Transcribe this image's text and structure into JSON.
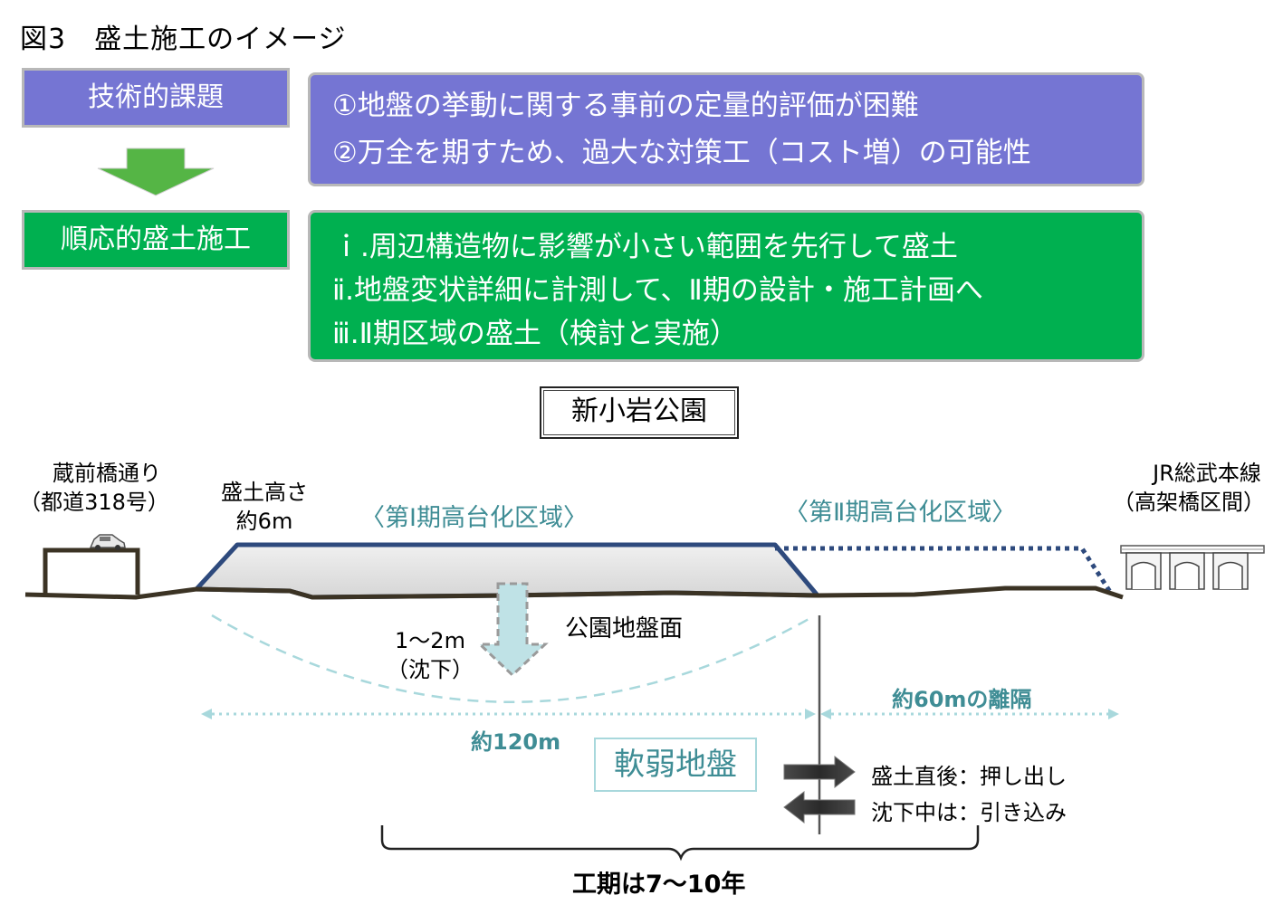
{
  "title": "図3　盛土施工のイメージ",
  "issue_label": "技術的課題",
  "issues": [
    "①地盤の挙動に関する事前の定量的評価が困難",
    "②万全を期すため、過大な対策工（コスト増）の可能性"
  ],
  "method_label": "順応的盛土施工",
  "steps": [
    "ｉ.周辺構造物に影響が小さい範囲を先行して盛土",
    "ⅱ.地盤変状詳細に計測して、Ⅱ期の設計・施工計画へ",
    "ⅲ.Ⅱ期区域の盛土（検討と実施）"
  ],
  "park_name": "新小岩公園",
  "road_label": [
    "蔵前橋通り",
    "（都道318号）"
  ],
  "rail_label": [
    "JR総武本線",
    "（高架橋区間）"
  ],
  "fill_height": [
    "盛土高さ",
    "約6m"
  ],
  "zone1": "〈第Ⅰ期高台化区域〉",
  "zone2": "〈第Ⅱ期高台化区域〉",
  "ground_surface": "公園地盤面",
  "settlement": [
    "1～2m",
    "（沈下）"
  ],
  "dim_120": "約120m",
  "dim_60": "約60mの離隔",
  "soft_ground": "軟弱地盤",
  "push_out": "盛土直後：押し出し",
  "pull_in": "沈下中は：引き込み",
  "duration": "工期は7～10年",
  "colors": {
    "purple": "#7575d3",
    "green": "#00b050",
    "teal": "#3f8d95",
    "navy": "#2e4a7d",
    "ground": "#3b3324"
  }
}
